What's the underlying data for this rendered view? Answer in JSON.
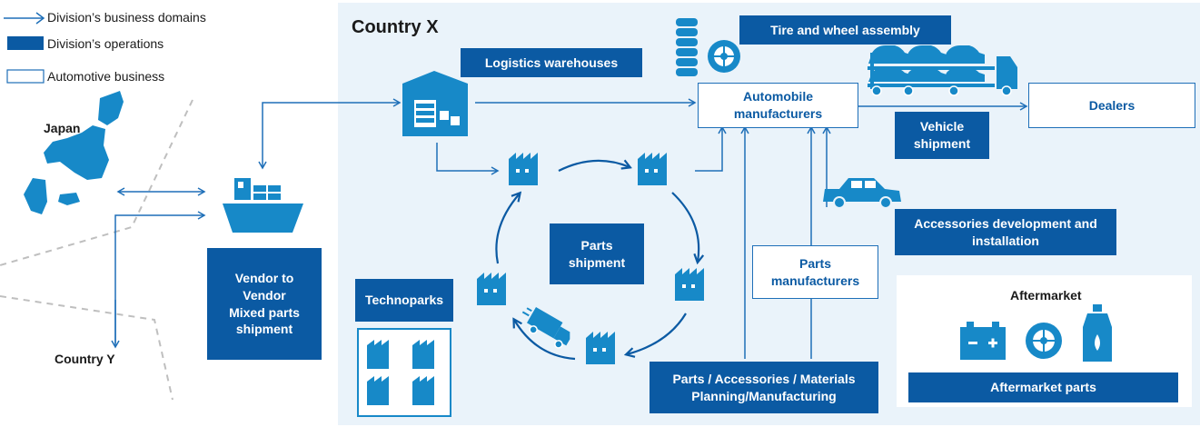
{
  "legend": {
    "business_domains": "Division’s business domains",
    "operations": "Division’s operations",
    "automotive": "Automotive business"
  },
  "regions": {
    "japan": "Japan",
    "country_x": "Country X",
    "country_y": "Country Y"
  },
  "boxes": {
    "logistics_warehouses": "Logistics warehouses",
    "tire_wheel": "Tire and wheel assembly",
    "automobile_manufacturers": [
      "Automobile",
      "manufacturers"
    ],
    "dealers": "Dealers",
    "vehicle_shipment": [
      "Vehicle",
      "shipment"
    ],
    "accessories_dev": [
      "Accessories development and",
      "installation"
    ],
    "parts_shipment": [
      "Parts",
      "shipment"
    ],
    "parts_manufacturers": [
      "Parts",
      "manufacturers"
    ],
    "technoparks": "Technoparks",
    "vendor": [
      "Vendor to",
      "Vendor",
      "Mixed parts",
      "shipment"
    ],
    "parts_accessories": [
      "Parts / Accessories / Materials",
      "Planning/Manufacturing"
    ],
    "aftermarket_title": "Aftermarket",
    "aftermarket_parts": "Aftermarket parts"
  },
  "colors": {
    "dark_blue": "#0b5aa3",
    "icon_blue": "#1789c8",
    "panel_bg": "#eaf3fa",
    "line_blue": "#1e6fb8"
  }
}
